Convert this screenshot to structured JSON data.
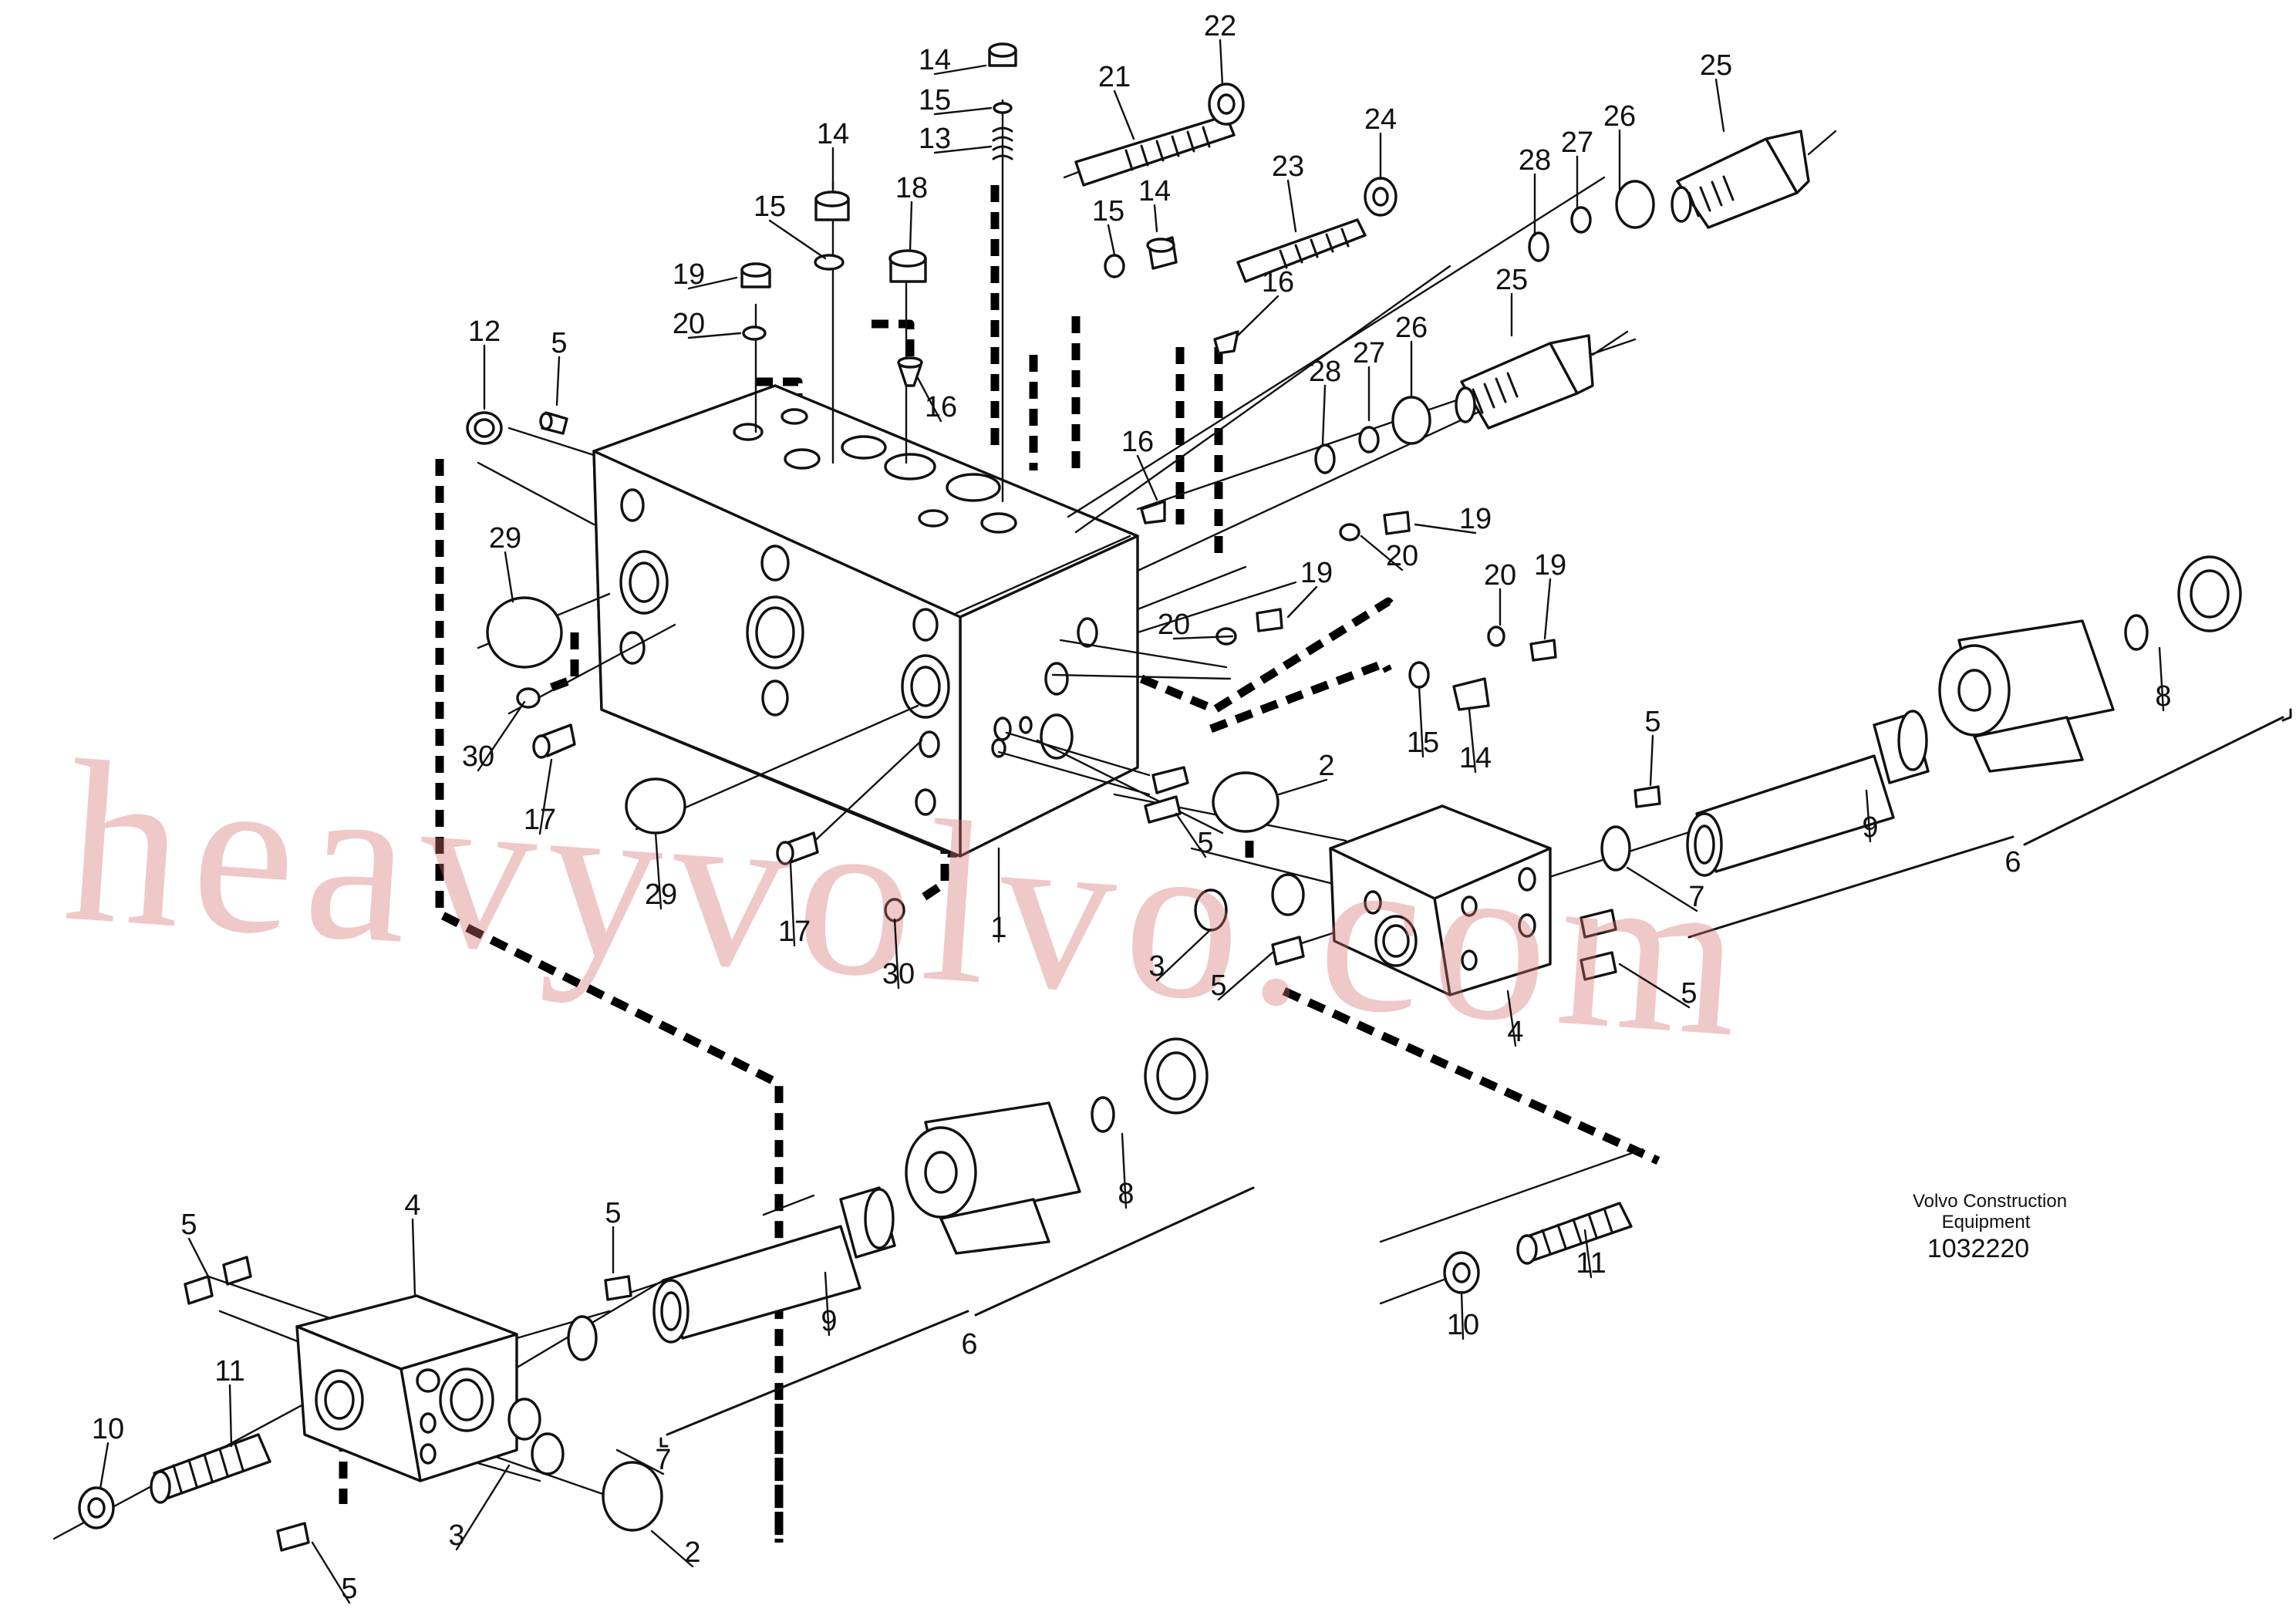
{
  "watermark": "heavyvolvo.com",
  "caption": {
    "line1": "Volvo Construction",
    "line2": "Equipment",
    "number": "1032220"
  },
  "callouts": [
    {
      "id": "callout-14-a",
      "text": "14"
    },
    {
      "id": "callout-15-a",
      "text": "15"
    },
    {
      "id": "callout-13",
      "text": "13"
    },
    {
      "id": "callout-22",
      "text": "22"
    },
    {
      "id": "callout-21",
      "text": "21"
    },
    {
      "id": "callout-25-a",
      "text": "25"
    },
    {
      "id": "callout-24",
      "text": "24"
    },
    {
      "id": "callout-23",
      "text": "23"
    },
    {
      "id": "callout-14-b",
      "text": "14"
    },
    {
      "id": "callout-15-b",
      "text": "15"
    },
    {
      "id": "callout-18",
      "text": "18"
    },
    {
      "id": "callout-15-c",
      "text": "15"
    },
    {
      "id": "callout-14-c",
      "text": "14"
    },
    {
      "id": "callout-19-a",
      "text": "19"
    },
    {
      "id": "callout-20-a",
      "text": "20"
    },
    {
      "id": "callout-12",
      "text": "12"
    },
    {
      "id": "callout-5-a",
      "text": "5"
    },
    {
      "id": "callout-16-a",
      "text": "16"
    },
    {
      "id": "callout-16-b",
      "text": "16"
    },
    {
      "id": "callout-28-a",
      "text": "28"
    },
    {
      "id": "callout-27-a",
      "text": "27"
    },
    {
      "id": "callout-26-a",
      "text": "26"
    },
    {
      "id": "callout-25-b",
      "text": "25"
    },
    {
      "id": "callout-28-b",
      "text": "28"
    },
    {
      "id": "callout-27-b",
      "text": "27"
    },
    {
      "id": "callout-26-b",
      "text": "26"
    },
    {
      "id": "callout-16-c",
      "text": "16"
    },
    {
      "id": "callout-19-b",
      "text": "19"
    },
    {
      "id": "callout-20-b",
      "text": "20"
    },
    {
      "id": "callout-19-c",
      "text": "19"
    },
    {
      "id": "callout-20-c",
      "text": "20"
    },
    {
      "id": "callout-20-d",
      "text": "20"
    },
    {
      "id": "callout-19-d",
      "text": "19"
    },
    {
      "id": "callout-29-a",
      "text": "29"
    },
    {
      "id": "callout-30-a",
      "text": "30"
    },
    {
      "id": "callout-17-a",
      "text": "17"
    },
    {
      "id": "callout-29-b",
      "text": "29"
    },
    {
      "id": "callout-17-b",
      "text": "17"
    },
    {
      "id": "callout-30-b",
      "text": "30"
    },
    {
      "id": "callout-1",
      "text": "1"
    },
    {
      "id": "callout-15-d",
      "text": "15"
    },
    {
      "id": "callout-14-d",
      "text": "14"
    },
    {
      "id": "callout-2-a",
      "text": "2"
    },
    {
      "id": "callout-5-b",
      "text": "5"
    },
    {
      "id": "callout-5-c",
      "text": "5"
    },
    {
      "id": "callout-8-a",
      "text": "8"
    },
    {
      "id": "callout-9-a",
      "text": "9"
    },
    {
      "id": "callout-6-a",
      "text": "6"
    },
    {
      "id": "callout-7-a",
      "text": "7"
    },
    {
      "id": "callout-3-a",
      "text": "3"
    },
    {
      "id": "callout-5-d",
      "text": "5"
    },
    {
      "id": "callout-5-e",
      "text": "5"
    },
    {
      "id": "callout-4-a",
      "text": "4"
    },
    {
      "id": "callout-8-b",
      "text": "8"
    },
    {
      "id": "callout-9-b",
      "text": "9"
    },
    {
      "id": "callout-6-b",
      "text": "6"
    },
    {
      "id": "callout-11-a",
      "text": "11"
    },
    {
      "id": "callout-10-a",
      "text": "10"
    },
    {
      "id": "callout-5-f",
      "text": "5"
    },
    {
      "id": "callout-4-b",
      "text": "4"
    },
    {
      "id": "callout-5-g",
      "text": "5"
    },
    {
      "id": "callout-11-b",
      "text": "11"
    },
    {
      "id": "callout-10-b",
      "text": "10"
    },
    {
      "id": "callout-7-b",
      "text": "7"
    },
    {
      "id": "callout-3-b",
      "text": "3"
    },
    {
      "id": "callout-2-b",
      "text": "2"
    },
    {
      "id": "callout-5-h",
      "text": "5"
    }
  ]
}
